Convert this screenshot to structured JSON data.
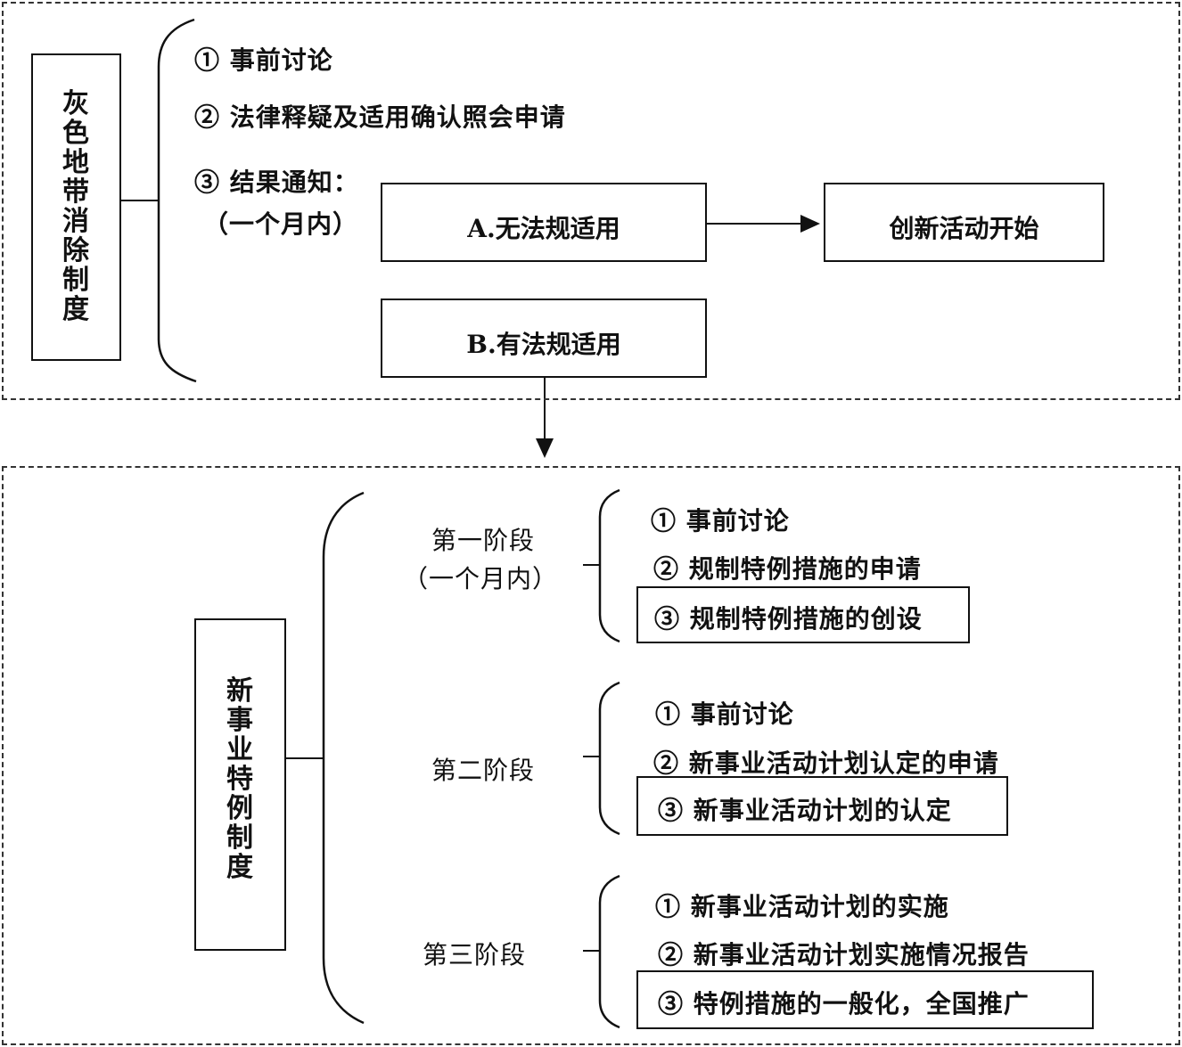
{
  "gray_zone": {
    "title_chars": [
      "灰",
      "色",
      "地",
      "带",
      "消",
      "除",
      "制",
      "度"
    ],
    "items": [
      "① 事前讨论",
      "② 法律释疑及适用确认照会申请",
      "③ 结果通知："
    ],
    "within": "（一个月内）",
    "option_a": "A.无法规适用",
    "option_b": "B.有法规适用",
    "result": "创新活动开始"
  },
  "special": {
    "title_chars": [
      "新",
      "事",
      "业",
      "特",
      "例",
      "制",
      "度"
    ],
    "stage1": {
      "name": "第一阶段",
      "within": "（一个月内）",
      "items": [
        "① 事前讨论",
        "② 规制特例措施的申请",
        "③ 规制特例措施的创设"
      ]
    },
    "stage2": {
      "name": "第二阶段",
      "items": [
        "① 事前讨论",
        "② 新事业活动计划认定的申请",
        "③ 新事业活动计划的认定"
      ]
    },
    "stage3": {
      "name": "第三阶段",
      "items": [
        "① 新事业活动计划的实施",
        "② 新事业活动计划实施情况报告",
        "③ 特例措施的一般化，全国推广"
      ]
    }
  }
}
